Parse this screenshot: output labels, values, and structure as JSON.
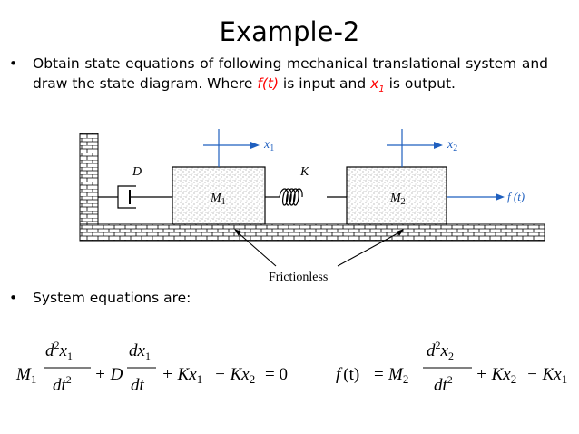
{
  "title": "Example-2",
  "bullet1": {
    "text_a": "Obtain state equations of following mechanical translational system and draw the state diagram. Where ",
    "input_symbol": "f(t)",
    "text_b": " is input and ",
    "output_symbol": "x",
    "output_subscript": "1",
    "text_c": " is output."
  },
  "diagram": {
    "x1_label": "x",
    "x1_sub": "1",
    "x2_label": "x",
    "x2_sub": "2",
    "damper_label": "D",
    "spring_label": "K",
    "mass1_label": "M",
    "mass1_sub": "1",
    "mass2_label": "M",
    "mass2_sub": "2",
    "force_label": "f (t)",
    "surface_label": "Frictionless"
  },
  "bullet2": {
    "text": "System equations are:"
  },
  "equations": {
    "eq1": {
      "M": "M",
      "M_sub": "1",
      "d2": "d",
      "d2_sup": "2",
      "x_num": "x",
      "x_num_sub": "1",
      "den1": "dt",
      "den1_sup": "2",
      "plus_D": "+ D",
      "dx_num": "dx",
      "dx_num_sub": "1",
      "den2": "dt",
      "plus_K": "+ Kx",
      "plus_K_sub": "1",
      "minus_K": "− Kx",
      "minus_K_sub": "2",
      "equals": "= 0"
    },
    "eq2": {
      "f": "f",
      "ft": "(t)",
      "equals": "=",
      "M": "M",
      "M_sub": "2",
      "d2": "d",
      "d2_sup": "2",
      "x_num": "x",
      "x_num_sub": "2",
      "den": "dt",
      "den_sup": "2",
      "plus_K": "+ Kx",
      "plus_K_sub": "2",
      "minus_K": "− Kx",
      "minus_K_sub": "1"
    }
  }
}
